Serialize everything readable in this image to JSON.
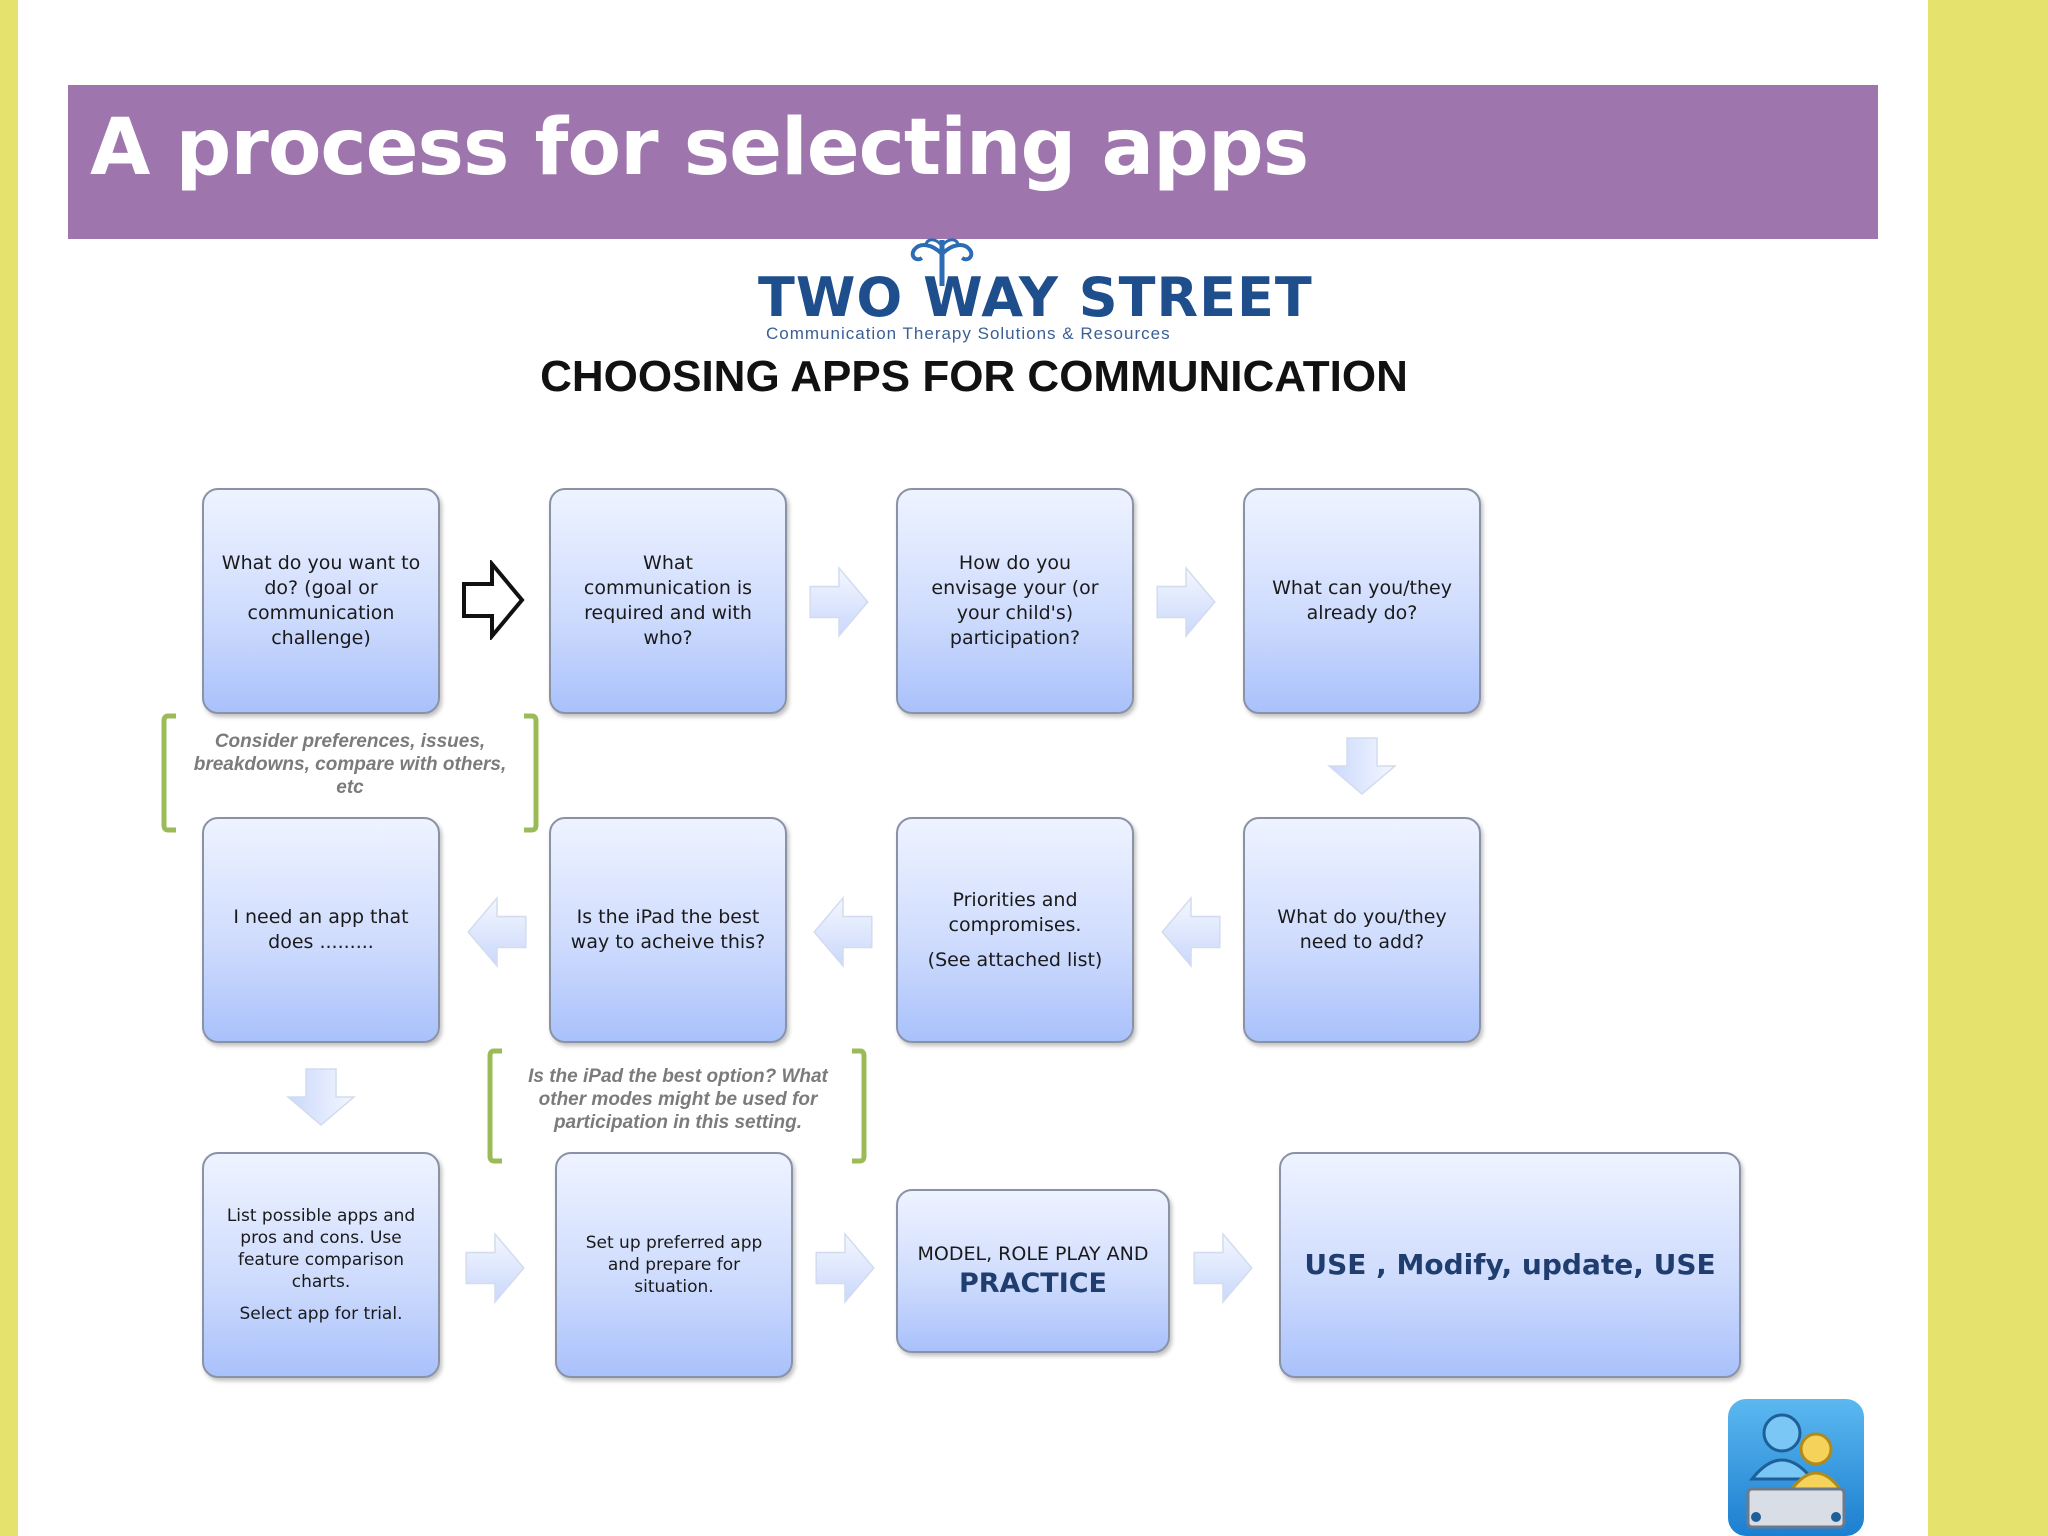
{
  "title": "A process for selecting apps",
  "logo": {
    "name": "TWO WAY STREET",
    "tagline": "Communication Therapy Solutions & Resources"
  },
  "heading": "CHOOSING APPS FOR COMMUNICATION",
  "row1": {
    "box1": "What do you want to do? (goal or communication challenge)",
    "box2": "What communication is required and with who?",
    "box3": "How do you envisage your (or your child's) participation?",
    "box4": "What can you/they already do?"
  },
  "row2": {
    "box1": "I need an app that does .........",
    "box2": "Is the iPad the best way to acheive this?",
    "box3_line1": "Priorities and compromises.",
    "box3_line2": "(See attached list)",
    "box4": "What do you/they need to add?"
  },
  "row3": {
    "box1_line1": "List possible apps and pros and cons. Use feature comparison charts.",
    "box1_line2": "Select  app for trial.",
    "box2": "Set up preferred app and prepare for situation.",
    "box3_line1": "MODEL, ROLE PLAY AND",
    "box3_line2": "PRACTICE",
    "box4": "USE , Modify, update, USE"
  },
  "notes": {
    "preferences": "Consider preferences, issues, breakdowns, compare with others, etc",
    "ipad_option": "Is the iPad the best option? What other modes might be used for participation in this setting."
  },
  "colors": {
    "title_bar": "#9e76ad",
    "side_edges": "#e6e26e",
    "box_top": "#eef3ff",
    "box_bottom": "#a9c1fb",
    "brace": "#9bbb59",
    "logo_blue": "#1f4e8c",
    "accent_text": "#1f3d6e"
  },
  "icons": [
    "outline-arrow-right-icon",
    "arrow-right-icon",
    "arrow-left-icon",
    "arrow-down-icon",
    "logo-mark-icon",
    "presentation-people-icon"
  ]
}
